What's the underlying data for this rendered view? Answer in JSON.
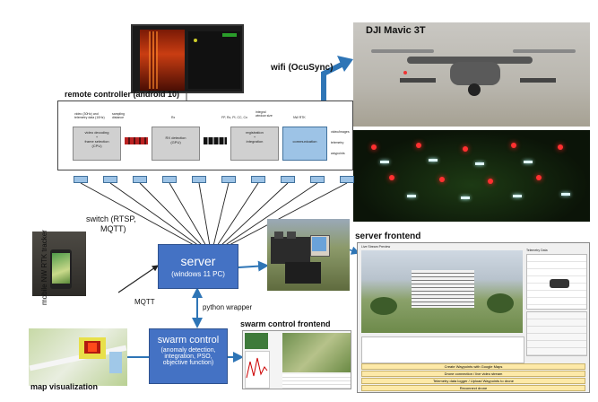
{
  "drone": {
    "title": "DJI Mavic 3T"
  },
  "wifi": {
    "label": "wifi (OcuSync)"
  },
  "remote_controller": {
    "title": "remote controller (android 10)",
    "inputs": [
      "video (30Hz) and",
      "telemetry data (10Hz)"
    ],
    "sampling": [
      "sampling",
      "distance"
    ],
    "blocks": [
      {
        "lines": [
          "video decoding",
          "+",
          "frame selection",
          "(CPU)"
        ]
      },
      {
        "lines": [
          "RX detection",
          "(GPU)"
        ]
      },
      {
        "lines": [
          "registration",
          "+",
          "integration",
          "(CPU)"
        ]
      },
      {
        "lines": [
          "communication"
        ]
      }
    ],
    "block_annotations": [
      "Rx",
      "FP, Rx, PI, CC, Cn",
      "integral",
      "window size",
      "NW RTK"
    ],
    "outputs": [
      "video/images",
      "telemetry",
      "waypoints"
    ]
  },
  "switch": {
    "label": [
      "switch (RTSP,",
      "MQTT)"
    ]
  },
  "server": {
    "title": "server",
    "subtitle": "(windows 11 PC)"
  },
  "server_frontend": {
    "title": "server frontend",
    "window_title": "Live Stream Preview",
    "telemetry_heading": "Telemetry Data",
    "buttons": [
      "Create Waypoints with Google Maps",
      "Drone connection / live video stream",
      "Telemetry data logger / Upload Waypoints to drone",
      "Reconnect drone"
    ]
  },
  "mqtt": {
    "label": "MQTT"
  },
  "python_wrapper": {
    "label": "python wrapper"
  },
  "swarm_control": {
    "title": "swarm control",
    "details": [
      "(anomaly detection,",
      "integration, PSO,",
      "objective function)"
    ]
  },
  "swarm_frontend": {
    "title": "swarm control frontend"
  },
  "mobile": {
    "label": "mobile NW RTK tracker"
  },
  "map": {
    "label": "map visualization"
  },
  "colors": {
    "box_blue": "#4472c4",
    "port_blue": "#9dc3e6",
    "arrow_blue": "#2e75b6",
    "line_dark": "#222222"
  }
}
